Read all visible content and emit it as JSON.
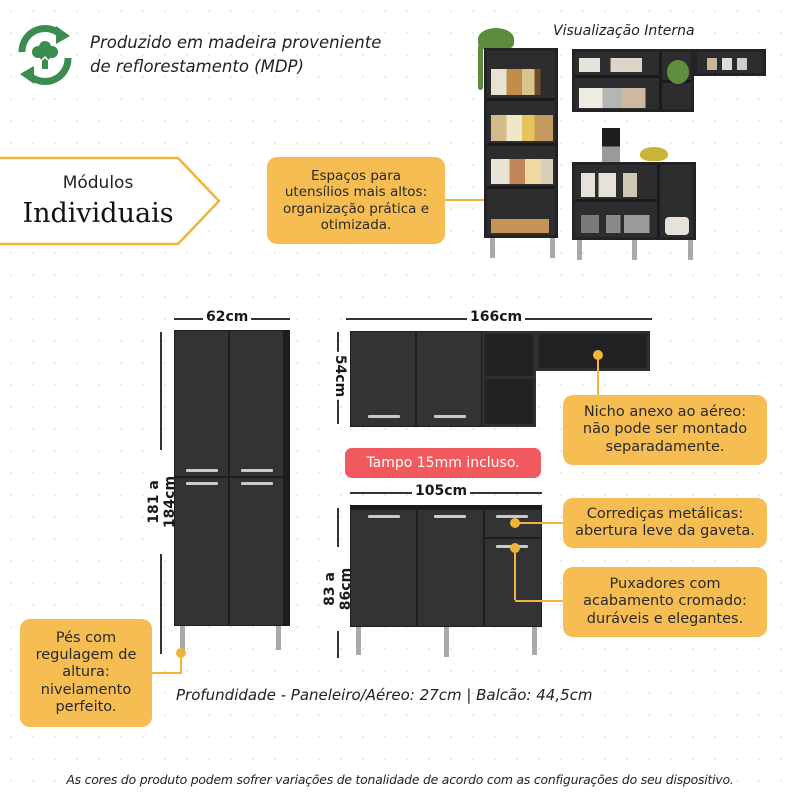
{
  "header": {
    "eco_icon": "recycle-tree-icon",
    "eco_text_line1": "Produzido em madeira proveniente",
    "eco_text_line2": "de reflorestamento (MDP)",
    "internal_view_label": "Visualização Interna"
  },
  "badge": {
    "line1": "Módulos",
    "line2": "Individuais"
  },
  "callouts": {
    "tall_spaces": [
      "Espaços para",
      "utensílios mais altos:",
      "organização prática e",
      "otimizada."
    ],
    "niche": [
      "Nicho anexo ao aéreo:",
      "não pode ser montado",
      "separadamente."
    ],
    "slides": [
      "Corrediças metálicas:",
      "abertura leve da gaveta."
    ],
    "handles": [
      "Puxadores com",
      "acabamento cromado:",
      "duráveis e elegantes."
    ],
    "feet": [
      "Pés com",
      "regulagem de",
      "altura:",
      "nivelamento",
      "perfeito."
    ],
    "countertop": "Tampo 15mm incluso."
  },
  "dimensions": {
    "tall_width": "62cm",
    "tall_height": "181 a 184cm",
    "wall_width": "166cm",
    "wall_height": "54cm",
    "base_width": "105cm",
    "base_height": "83 a 86cm"
  },
  "depth_note": "Profundidade - Paneleiro/Aéreo: 27cm | Balcão: 44,5cm",
  "disclaimer": "As cores do produto podem sofrer variações de tonalidade de acordo com as configurações do seu dispositivo.",
  "colors": {
    "eco_green": "#3a8c4f",
    "callout_yellow": "#f6bd52",
    "countertop_red": "#f0595e",
    "cabinet_black": "#2d2d2f"
  }
}
